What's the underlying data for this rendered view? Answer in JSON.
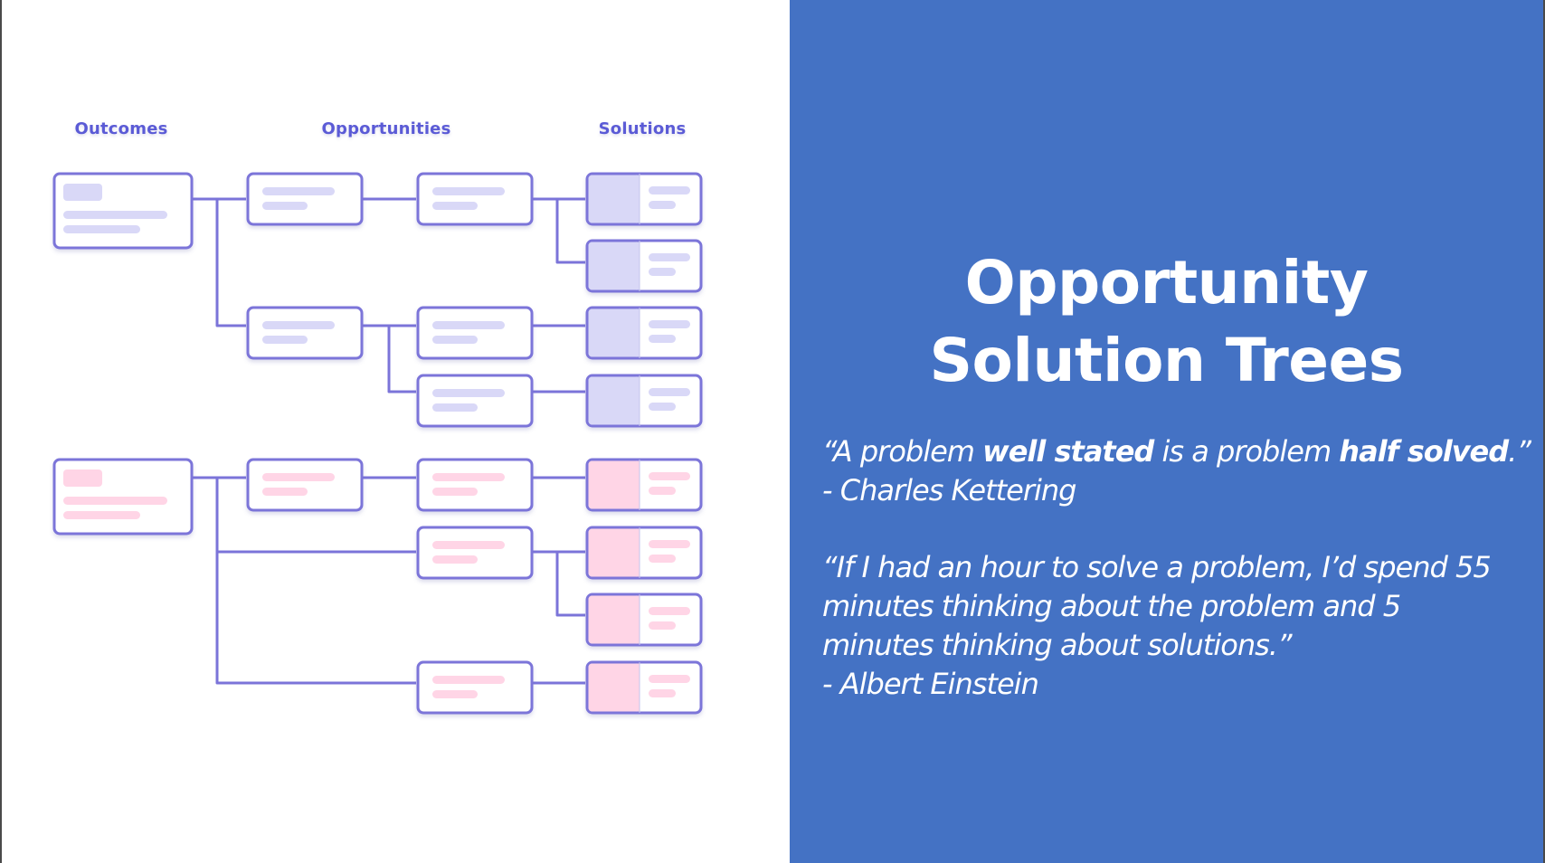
{
  "diagram": {
    "column_headers": {
      "outcomes": "Outcomes",
      "opportunities": "Opportunities",
      "solutions": "Solutions"
    },
    "colors": {
      "border": "#7b74d9",
      "connector": "#7b74d9",
      "purple_fill": "#d9d8f7",
      "pink_fill": "#ffd5e6",
      "card_bg": "#ffffff"
    }
  },
  "title": {
    "line1": "Opportunity",
    "line2": "Solution Trees"
  },
  "quotes": [
    {
      "before": "“A problem ",
      "bold1": "well stated",
      "middle": " is a problem ",
      "bold2": "half solved",
      "after": ".”",
      "author": "- Charles Kettering"
    },
    {
      "line1": "“If I had an hour to solve a problem, I’d spend 55",
      "line2": "minutes thinking about the problem and 5",
      "line3": "minutes thinking about solutions.”",
      "author": "- Albert Einstein"
    }
  ],
  "colors": {
    "right_panel": "#4472c4",
    "text_on_blue": "#ffffff",
    "header_text": "#5b5bd6"
  }
}
